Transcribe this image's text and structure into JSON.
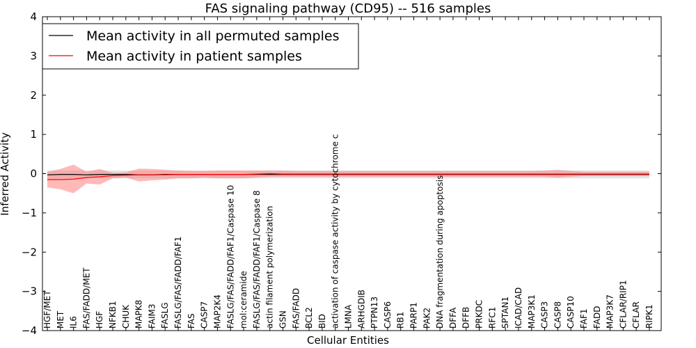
{
  "chart_data": {
    "type": "line",
    "title": "FAS signaling pathway (CD95) -- 516 samples",
    "xlabel": "Cellular Entities",
    "ylabel": "Inferred Activity",
    "ylim": [
      -4,
      4
    ],
    "yticks": [
      -4,
      -3,
      -2,
      -1,
      0,
      1,
      2,
      3,
      4
    ],
    "yticklabels": [
      "−4",
      "−3",
      "−2",
      "−1",
      "0",
      "1",
      "2",
      "3",
      "4"
    ],
    "grid": false,
    "legend_placement": "top-left",
    "categories": [
      "HGF/MET",
      "MET",
      "IL6",
      "FAS/FADD/MET",
      "HGF",
      "NFKB1",
      "CHUK",
      "MAPK8",
      "FAIM3",
      "FASLG",
      "FASLG/FAS/FADD/FAF1",
      "FAS",
      "CASP7",
      "MAP2K4",
      "FASLG/FAS/FADD/FAF1/Caspase 10",
      "mol:ceramide",
      "FASLG/FAS/FADD/FAF1/Caspase 8",
      "actin filament polymerization",
      "GSN",
      "FAS/FADD",
      "BCL2",
      "BID",
      "activation of caspase activity by cytochrome c",
      "LMNA",
      "ARHGDIB",
      "PTPN13",
      "CASP6",
      "RB1",
      "PARP1",
      "PAK2",
      "DNA fragmentation during apoptosis",
      "DFFA",
      "DFFB",
      "PRKDC",
      "RFC1",
      "SPTAN1",
      "ICAD/CAD",
      "MAP3K1",
      "CASP3",
      "CASP8",
      "CASP10",
      "FAF1",
      "FADD",
      "MAP3K7",
      "CFLAR/RIP1",
      "CFLAR",
      "RIPK1"
    ],
    "series": [
      {
        "name": "Mean activity in all permuted samples",
        "color": "#000000",
        "values": [
          -0.03,
          -0.02,
          -0.02,
          -0.03,
          -0.02,
          -0.02,
          -0.02,
          -0.03,
          -0.03,
          -0.02,
          -0.02,
          -0.02,
          -0.02,
          -0.02,
          -0.02,
          -0.02,
          -0.02,
          -0.02,
          -0.02,
          -0.02,
          -0.02,
          -0.02,
          -0.02,
          -0.02,
          -0.02,
          -0.02,
          -0.02,
          -0.02,
          -0.02,
          -0.02,
          -0.02,
          -0.02,
          -0.02,
          -0.02,
          -0.02,
          -0.02,
          -0.02,
          -0.02,
          -0.02,
          -0.02,
          -0.02,
          -0.02,
          -0.02,
          -0.02,
          -0.02,
          -0.02,
          -0.02
        ],
        "band_low": [
          -0.12,
          -0.12,
          -0.12,
          -0.12,
          -0.12,
          -0.12,
          -0.12,
          -0.12,
          -0.12,
          -0.12,
          -0.12,
          -0.12,
          -0.12,
          -0.12,
          -0.12,
          -0.12,
          -0.12,
          -0.12,
          -0.12,
          -0.12,
          -0.12,
          -0.12,
          -0.12,
          -0.12,
          -0.12,
          -0.12,
          -0.12,
          -0.12,
          -0.12,
          -0.12,
          -0.12,
          -0.12,
          -0.12,
          -0.12,
          -0.12,
          -0.12,
          -0.12,
          -0.12,
          -0.12,
          -0.12,
          -0.12,
          -0.12,
          -0.12,
          -0.12,
          -0.12,
          -0.12,
          -0.12
        ],
        "band_high": [
          0.08,
          0.08,
          0.08,
          0.08,
          0.08,
          0.08,
          0.08,
          0.08,
          0.08,
          0.08,
          0.08,
          0.08,
          0.08,
          0.08,
          0.08,
          0.08,
          0.08,
          0.08,
          0.08,
          0.08,
          0.08,
          0.08,
          0.08,
          0.08,
          0.08,
          0.08,
          0.08,
          0.08,
          0.08,
          0.08,
          0.08,
          0.08,
          0.08,
          0.08,
          0.08,
          0.08,
          0.08,
          0.08,
          0.08,
          0.08,
          0.08,
          0.08,
          0.08,
          0.08,
          0.08,
          0.08,
          0.08
        ]
      },
      {
        "name": "Mean activity in patient samples",
        "color": "#ff0000",
        "values": [
          -0.15,
          -0.15,
          -0.14,
          -0.1,
          -0.08,
          -0.05,
          -0.04,
          -0.03,
          -0.03,
          -0.03,
          -0.02,
          -0.02,
          -0.02,
          -0.02,
          -0.02,
          -0.02,
          -0.01,
          0.0,
          -0.01,
          -0.01,
          -0.01,
          -0.01,
          -0.01,
          -0.01,
          -0.01,
          -0.01,
          -0.01,
          -0.01,
          -0.01,
          -0.01,
          -0.01,
          -0.01,
          -0.01,
          -0.01,
          -0.01,
          -0.01,
          -0.01,
          -0.01,
          -0.01,
          -0.01,
          -0.01,
          -0.01,
          -0.01,
          -0.01,
          -0.01,
          -0.01,
          -0.01
        ],
        "band_low": [
          -0.35,
          -0.4,
          -0.5,
          -0.25,
          -0.28,
          -0.12,
          -0.1,
          -0.2,
          -0.17,
          -0.15,
          -0.12,
          -0.12,
          -0.1,
          -0.12,
          -0.12,
          -0.12,
          -0.1,
          -0.08,
          -0.08,
          -0.08,
          -0.08,
          -0.08,
          -0.08,
          -0.08,
          -0.08,
          -0.08,
          -0.08,
          -0.08,
          -0.08,
          -0.08,
          -0.08,
          -0.08,
          -0.08,
          -0.08,
          -0.08,
          -0.08,
          -0.08,
          -0.08,
          -0.08,
          -0.1,
          -0.08,
          -0.06,
          -0.06,
          -0.06,
          -0.06,
          -0.06,
          -0.06
        ],
        "band_high": [
          0.05,
          0.12,
          0.23,
          0.05,
          0.12,
          0.02,
          0.03,
          0.13,
          0.12,
          0.1,
          0.08,
          0.07,
          0.07,
          0.08,
          0.08,
          0.08,
          0.08,
          0.08,
          0.08,
          0.07,
          0.07,
          0.07,
          0.07,
          0.07,
          0.07,
          0.07,
          0.07,
          0.07,
          0.07,
          0.07,
          0.07,
          0.07,
          0.07,
          0.07,
          0.07,
          0.07,
          0.07,
          0.07,
          0.08,
          0.1,
          0.07,
          0.05,
          0.05,
          0.05,
          0.05,
          0.05,
          0.05
        ],
        "band_color": "#ff8080"
      }
    ]
  }
}
